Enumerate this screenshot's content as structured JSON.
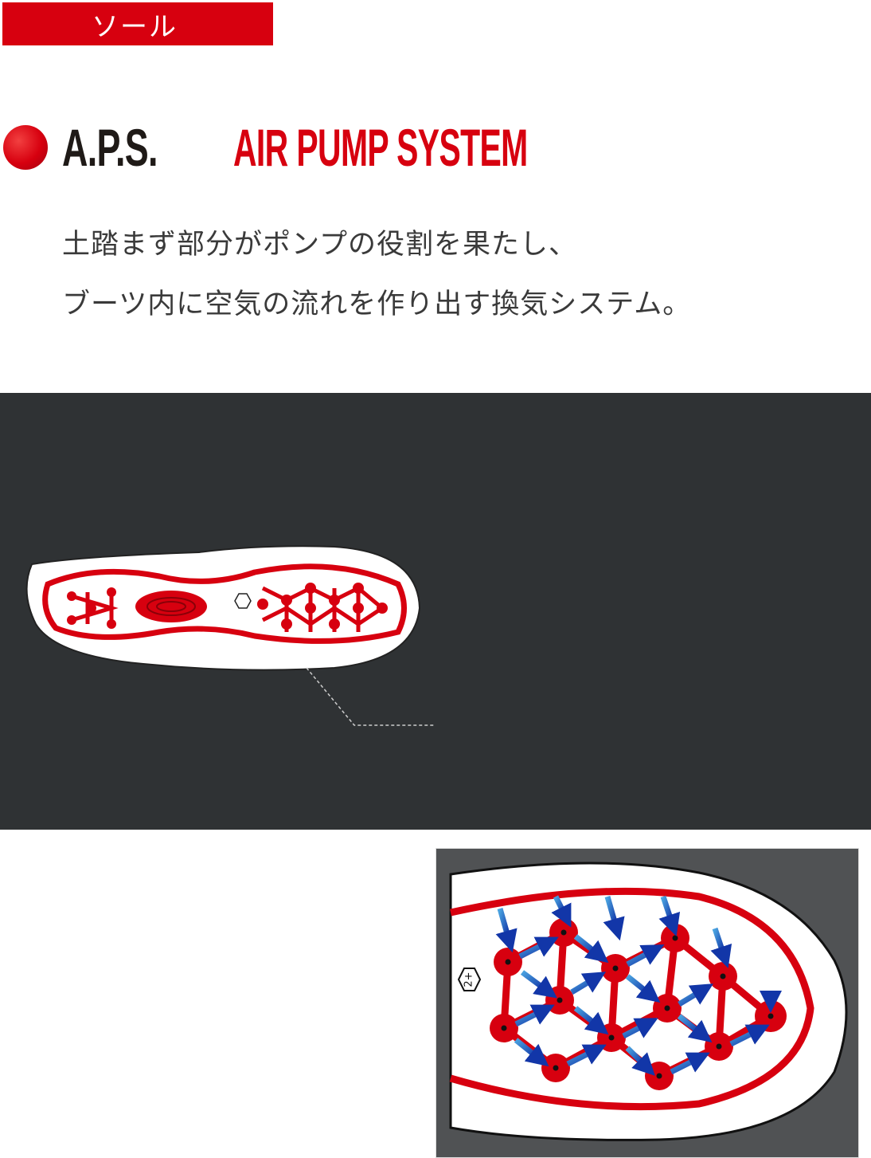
{
  "section_tag": "ソール",
  "title": {
    "abbr": "A.P.S.",
    "name": "AIR PUMP SYSTEM"
  },
  "description": [
    "土踏まず部分がポンプの役割を果たし、",
    "ブーツ内に空気の流れを作り出す換気システム。"
  ],
  "diagram": {
    "logo_mark": "2+"
  },
  "colors": {
    "brand_red": "#d7000f",
    "panel": "#2f3234",
    "arrow_blue": "#1f5fc0"
  }
}
